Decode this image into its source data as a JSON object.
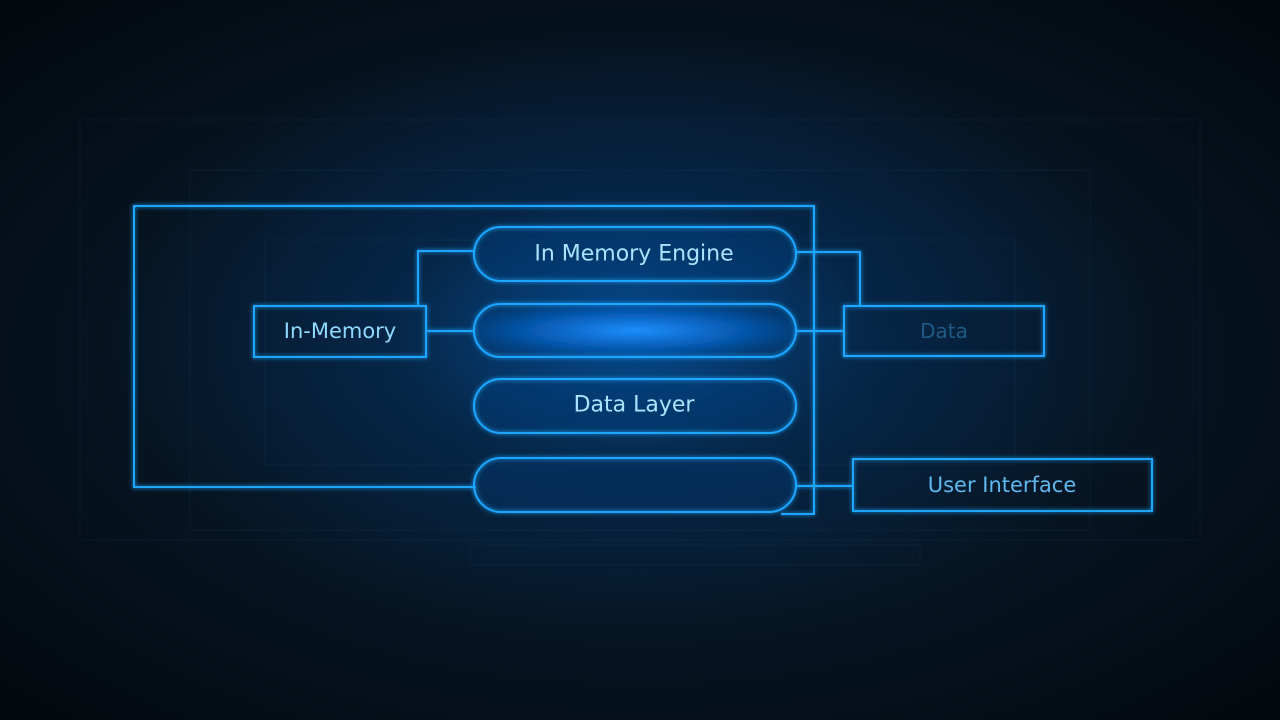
{
  "diagram": {
    "pills": [
      {
        "label": "In Memory Engine"
      },
      {
        "label": ""
      },
      {
        "label": "Data Layer"
      },
      {
        "label": ""
      }
    ],
    "boxes": {
      "in_memory": {
        "label": "In-Memory"
      },
      "data": {
        "label": "Data"
      },
      "user_interface": {
        "label": "User Interface"
      }
    },
    "colors": {
      "line": "#1aa6ff",
      "text": "#8fd8ff",
      "text_dim": "#1f5a86",
      "glow": "#0a84ff"
    }
  }
}
